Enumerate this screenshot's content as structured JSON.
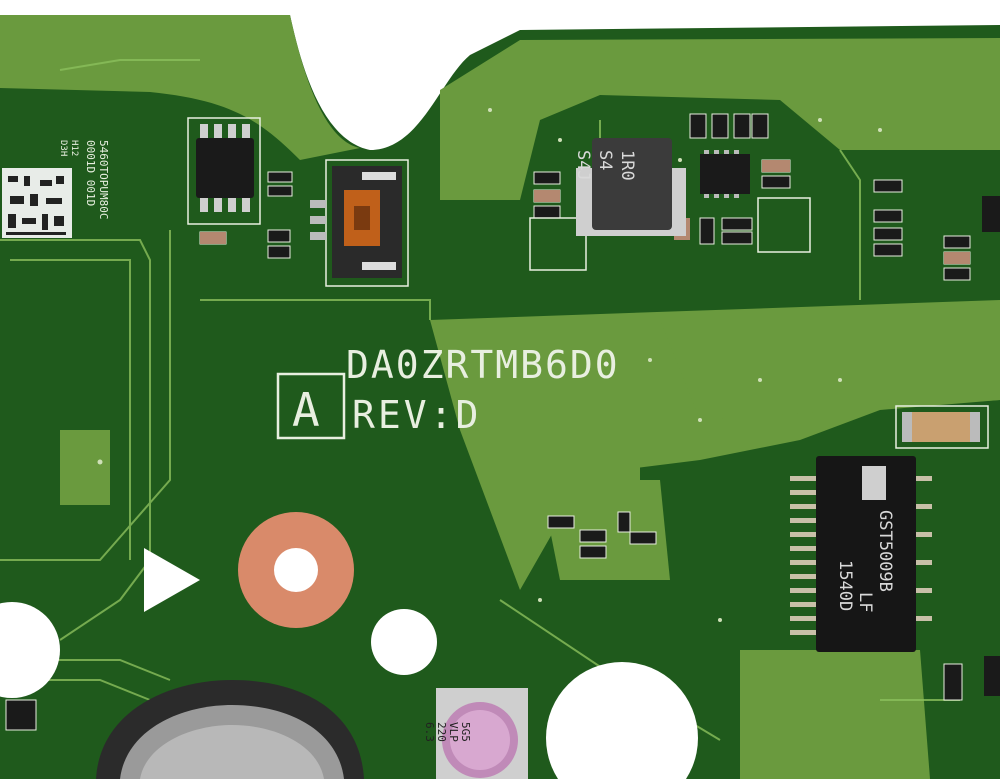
{
  "board": {
    "model_code": "DA0ZRTMB6D0",
    "revision": "REV:D",
    "revision_letter": "A",
    "side_label_lines": [
      "5460TOPUM80C",
      "0001D 001D"
    ],
    "side_codes": [
      "H12",
      "D3H"
    ]
  },
  "components": {
    "inductor_lines": [
      "1R0",
      "S4",
      "S4J"
    ],
    "transformer_lines": [
      "GST5009B",
      "LF",
      "1540D"
    ],
    "capacitor_lines": [
      "5G5",
      "VLP",
      "220",
      "6.3"
    ]
  },
  "colors": {
    "board_dark": "#1f5a1c",
    "board_light": "#6a9a3e",
    "copper_pad": "#d98a6a",
    "silkscreen": "#e8efe0"
  }
}
